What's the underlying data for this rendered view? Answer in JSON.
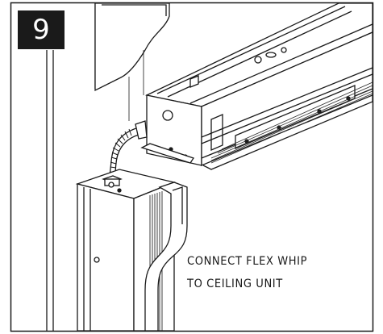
{
  "step": {
    "number": "9"
  },
  "caption": {
    "line1": "CONNECT FLEX WHIP",
    "line2": "TO CEILING UNIT"
  },
  "icons": [
    "ceiling-unit-illustration",
    "vertical-column-illustration",
    "flex-whip-conduit-illustration"
  ],
  "colors": {
    "ink": "#1a1a1a",
    "background": "#ffffff",
    "hatch": "#2a2a2a"
  }
}
